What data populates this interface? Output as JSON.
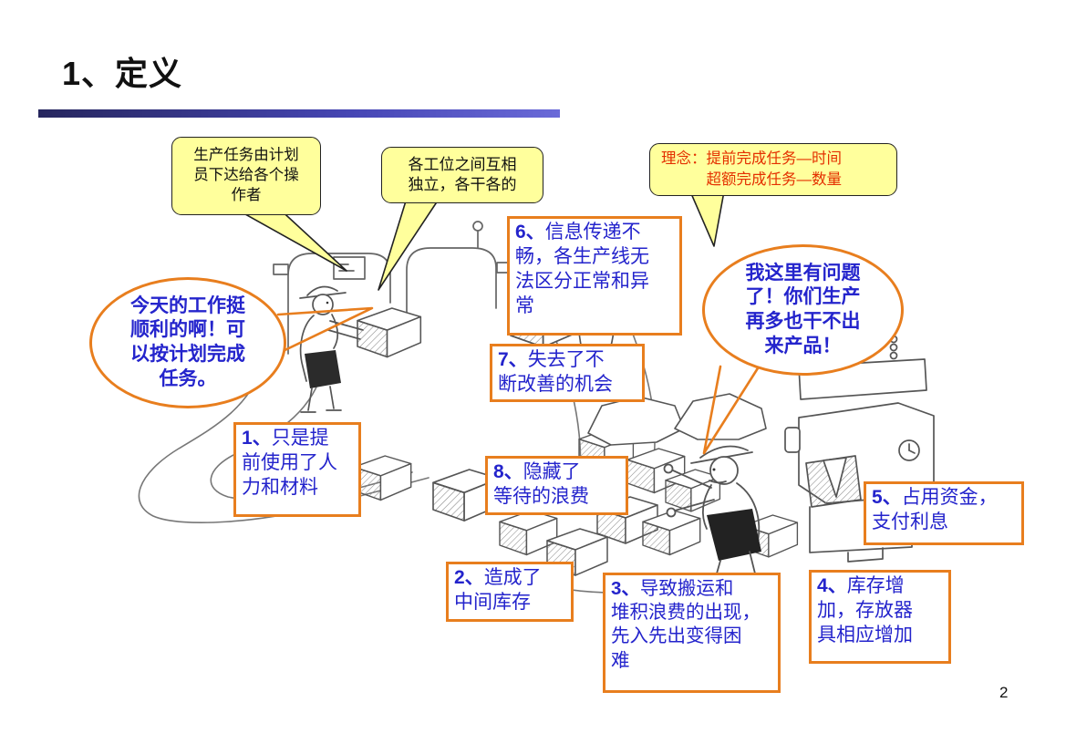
{
  "slide": {
    "title": "1、定义",
    "page_number": "2"
  },
  "colors": {
    "accent_orange": "#E87E1E",
    "text_blue": "#2424CC",
    "callout_yellow": "#FFFF9C",
    "concept_red": "#E43000",
    "title_bar_gradient": [
      "#26265E",
      "#6A6AD8"
    ]
  },
  "callouts": {
    "planner": "生产任务由计划\n员下达给各个操\n作者",
    "stations": "各工位之间互相\n独立，各干各的",
    "concept": "理念：提前完成任务—时间\n　　　超额完成任务—数量"
  },
  "speech_bubbles": {
    "worker_left": "今天的工作挺\n顺利的啊！可\n以按计划完成\n任务。",
    "manager_right": "我这里有问题\n了！你们生产\n再多也干不出\n来产品！"
  },
  "problems": [
    {
      "num": "1、",
      "text": "只是提\n前使用了人\n力和材料"
    },
    {
      "num": "2、",
      "text": "造成了\n中间库存"
    },
    {
      "num": "3、",
      "text": "导致搬运和\n堆积浪费的出现，\n先入先出变得困\n难"
    },
    {
      "num": "4、",
      "text": "库存增\n加，存放器\n具相应增加"
    },
    {
      "num": "5、",
      "text": "占用资金，\n支付利息"
    },
    {
      "num": "6、",
      "text": "信息传递不\n畅，各生产线无\n法区分正常和异\n常"
    },
    {
      "num": "7、",
      "text": "失去了不\n断改善的机会"
    },
    {
      "num": "8、",
      "text": "隐藏了\n等待的浪费"
    }
  ]
}
